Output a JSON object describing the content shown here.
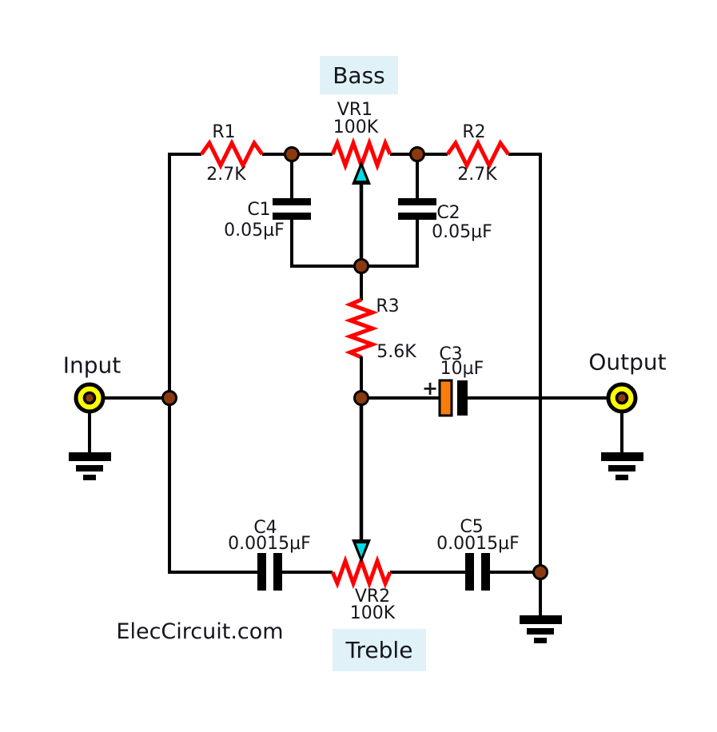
{
  "watermark": "ElecCircuit.com",
  "controls": {
    "bass": "Bass",
    "treble": "Treble"
  },
  "ports": {
    "input": "Input",
    "output": "Output"
  },
  "components": {
    "r1": {
      "name": "R1",
      "value": "2.7K"
    },
    "r2": {
      "name": "R2",
      "value": "2.7K"
    },
    "r3": {
      "name": "R3",
      "value": "5.6K"
    },
    "vr1": {
      "name": "VR1",
      "value": "100K"
    },
    "vr2": {
      "name": "VR2",
      "value": "100K"
    },
    "c1": {
      "name": "C1",
      "value": "0.05µF"
    },
    "c2": {
      "name": "C2",
      "value": "0.05µF"
    },
    "c3": {
      "name": "C3",
      "value": "10µF",
      "polarity": "+"
    },
    "c4": {
      "name": "C4",
      "value": "0.0015µF"
    },
    "c5": {
      "name": "C5",
      "value": "0.0015µF"
    }
  },
  "colors": {
    "wire": "#000000",
    "resistor": "#ff0000",
    "wiper": "#00dde4",
    "junction": "#8b3a0f",
    "jack": "#ffff00",
    "electrolytic_positive": "#f97c0d",
    "label_box": "#e0f2f7",
    "text": "#15151d",
    "background": "#ffffff"
  }
}
